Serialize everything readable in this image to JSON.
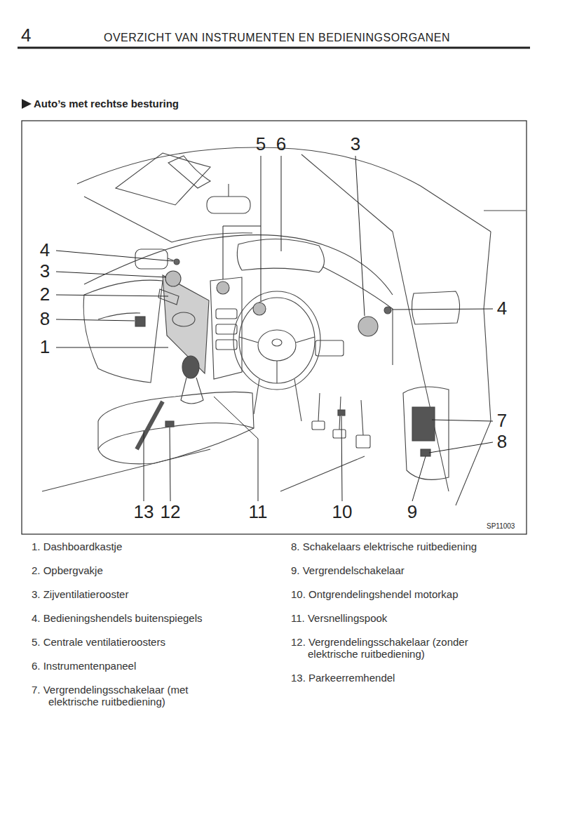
{
  "diagram": {
    "title": "OVERZICHT VAN INSTRUMENTEN EN BEDIENINGSORGANEN",
    "labels": [
      "4",
      "Auto’s met rechtse besturing",
      "5",
      "6",
      "3",
      "4",
      "3",
      "2",
      "8",
      "1",
      "4",
      "7",
      "8",
      "13",
      "12",
      "11",
      "10",
      "9",
      "SP11003",
      "1. Dashboardkastje",
      "2. Opbergvakje",
      "3. Zijventilatierooster",
      "4. Bedieningshendels buitenspiegels",
      "5. Centrale ventilatieroosters",
      "6. Instrumentenpaneel",
      "7. Vergrendelingsschakelaar (met elektrische ruitbediening)",
      "8. Schakelaars elektrische ruitbediening",
      "9. Vergrendelschakelaar",
      "10. Ontgrendelingshendel motorkap",
      "11. Versnellingspook",
      "12. Vergrendelingsschakelaar (zonder elektrische ruitbediening)",
      "13. Parkeerremhendel"
    ]
  }
}
